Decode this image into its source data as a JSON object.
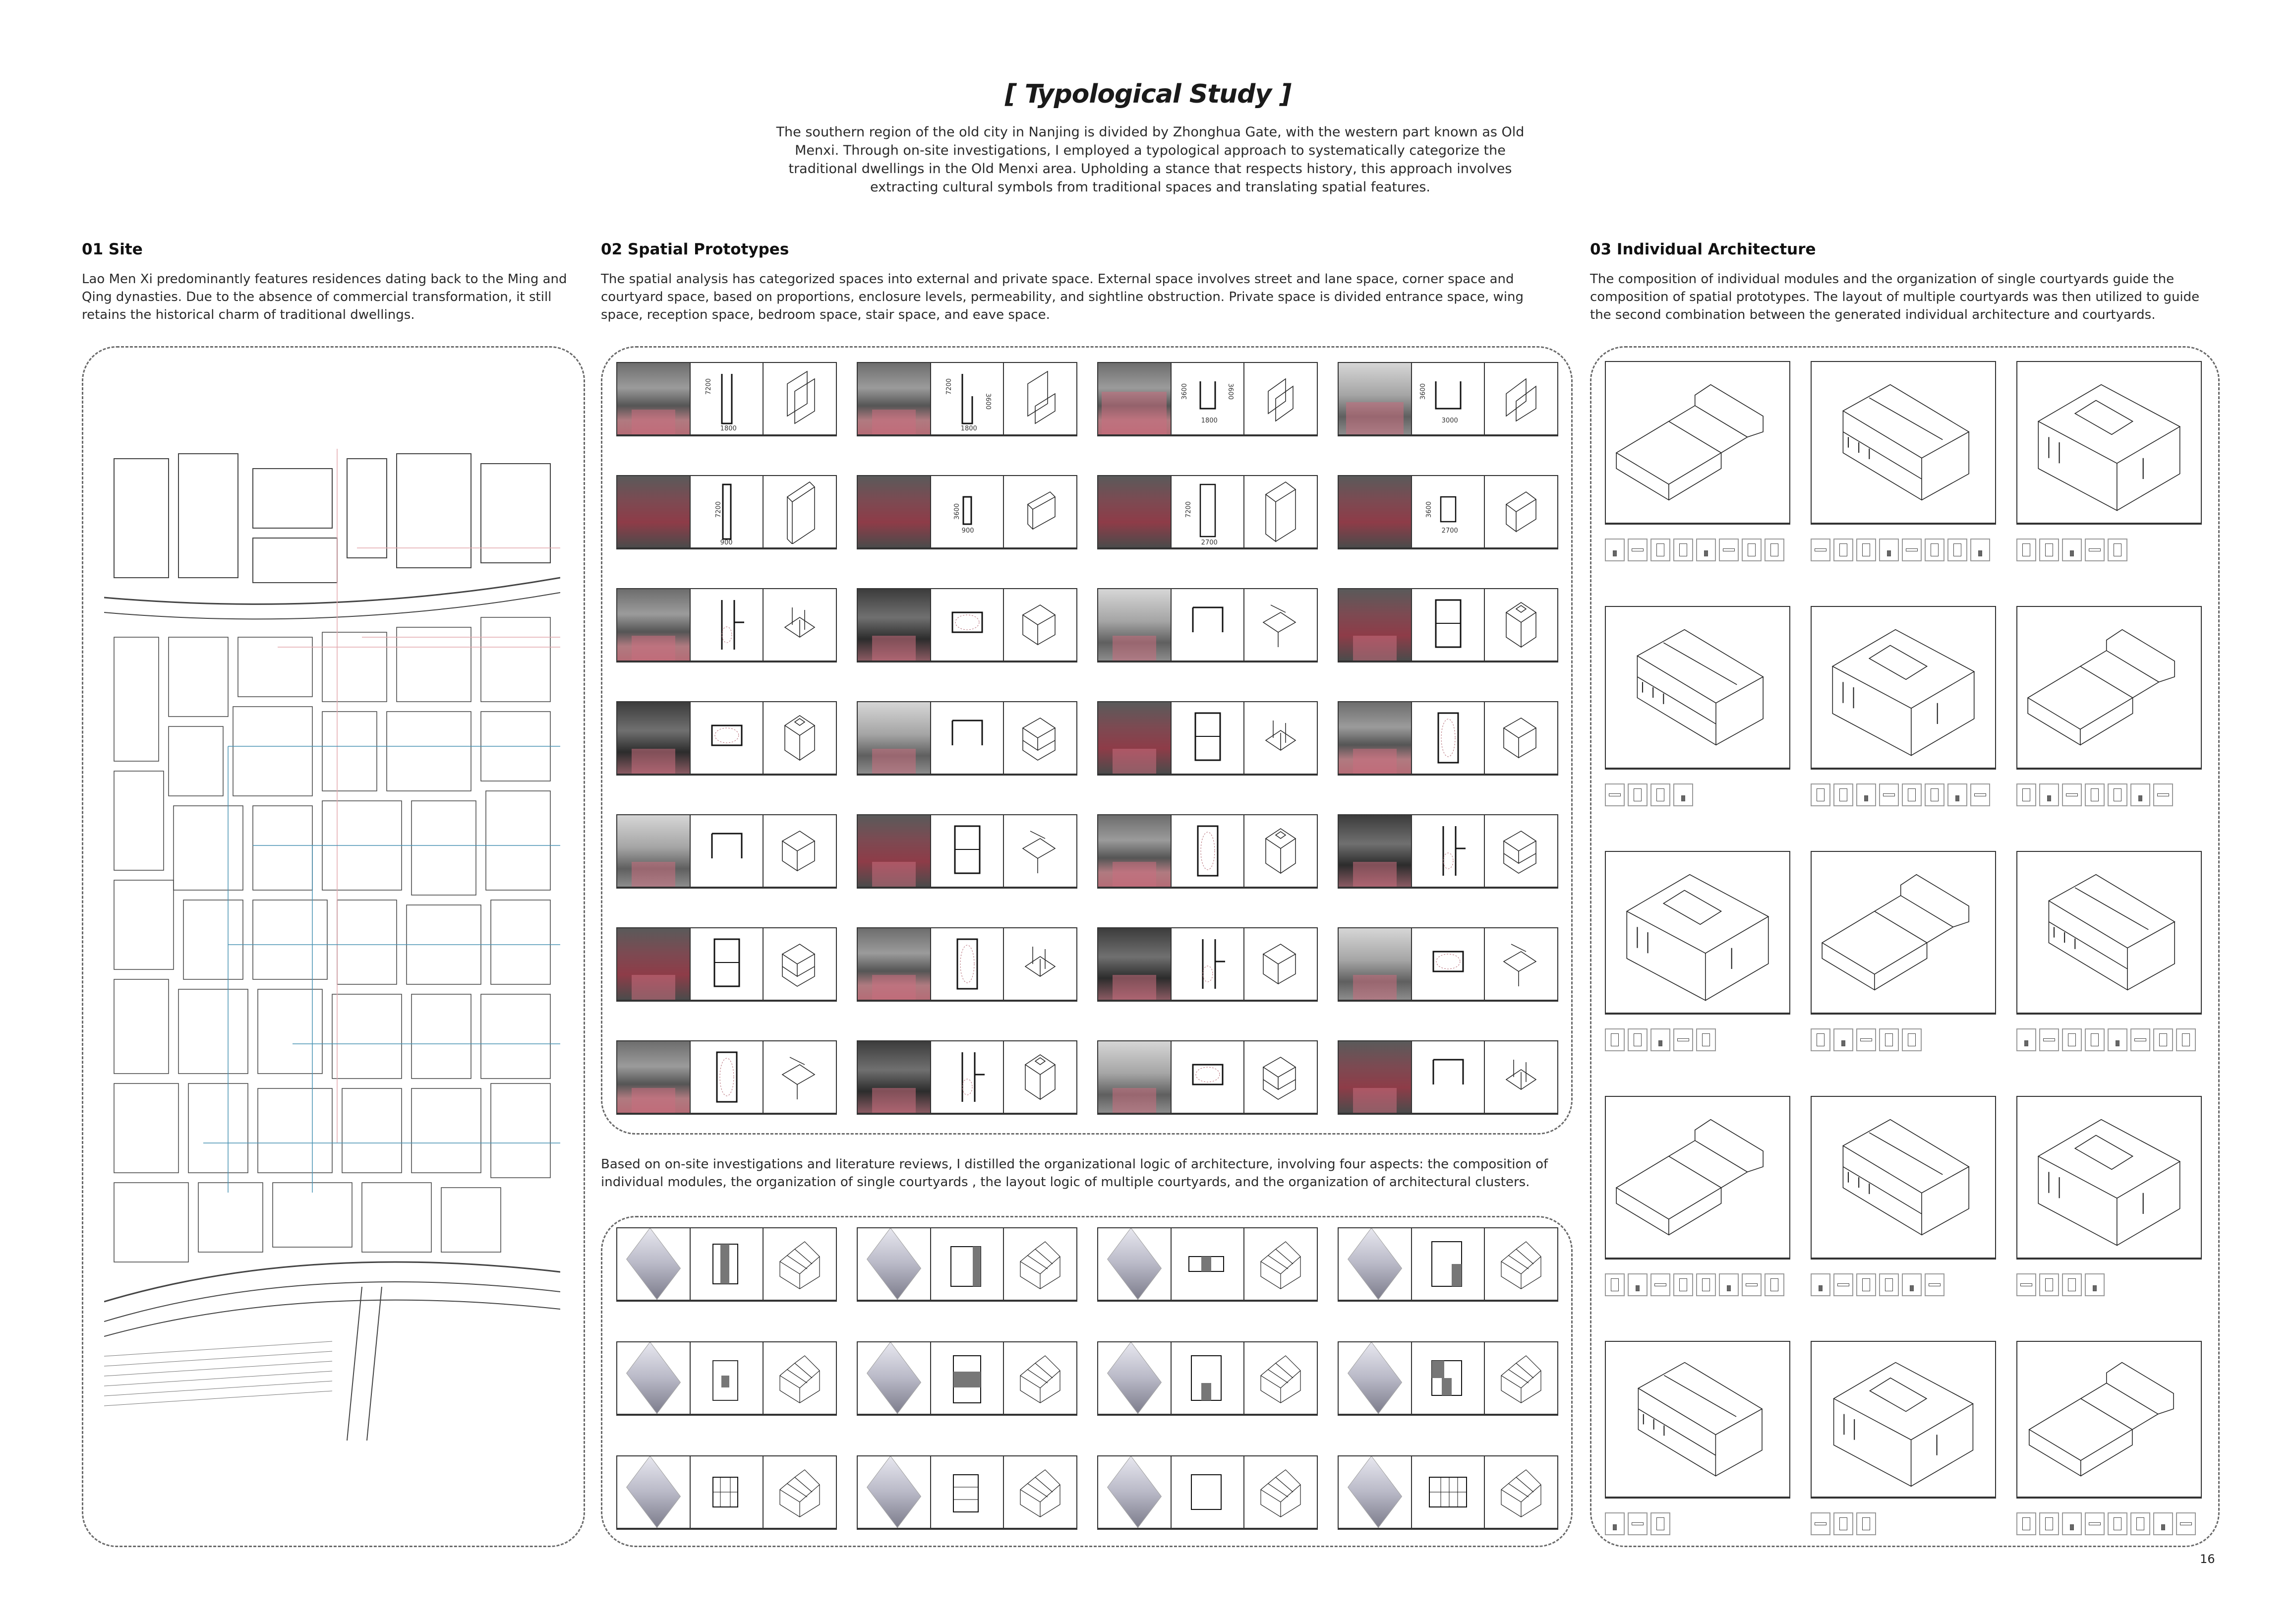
{
  "header": {
    "title": "[  Typological Study  ]",
    "intro": "The southern region of the old city in Nanjing is divided by Zhonghua Gate, with the western part known as Old Menxi. Through on-site investigations, I employed a typological approach to systematically categorize the traditional dwellings in the Old Menxi area. Upholding a stance that respects history, this approach involves extracting cultural symbols from traditional spaces and translating spatial features."
  },
  "sections": {
    "site": {
      "heading": "01 Site",
      "body": "Lao Men Xi predominantly features residences dating back to the Ming and Qing dynasties. Due to the absence of commercial transformation, it still retains the historical charm of traditional dwellings."
    },
    "prototypes": {
      "heading": "02 Spatial Prototypes",
      "body": "The spatial analysis has categorized spaces into external and private space. External space involves street and lane space, corner space and courtyard space, based on proportions, enclosure levels, permeability, and sightline obstruction. Private space is divided entrance space, wing space, reception space, bedroom space, stair space, and eave space.",
      "logic_body": "Based on on-site investigations and literature reviews, I distilled the organizational logic of architecture, involving four aspects: the composition of individual modules, the organization of single courtyards , the layout logic of multiple courtyards, and the organization of architectural clusters."
    },
    "architecture": {
      "heading": "03 Individual Architecture",
      "body": "The  composition  of individual modules and the organization of single courtyards guide the composition of spatial prototypes. The layout of multiple courtyards was then utilized to guide the second combination between the generated individual architecture and courtyards."
    }
  },
  "prototype_dimensions": {
    "r0c0": {
      "height": "7200",
      "width": "1800"
    },
    "r0c1": {
      "height": "7200",
      "height2": "3600",
      "width": "1800"
    },
    "r0c2": {
      "height": "3600",
      "height2": "3600",
      "width": "1800"
    },
    "r0c3": {
      "height": "3600",
      "width": "3000"
    },
    "r1c0": {
      "height": "7200",
      "width": "900"
    },
    "r1c1": {
      "height": "3600",
      "width": "900"
    },
    "r1c2": {
      "height": "7200",
      "width": "2700"
    },
    "r1c3": {
      "height": "3600",
      "width": "2700"
    }
  },
  "architecture_tile_counts": [
    [
      8,
      8,
      5
    ],
    [
      4,
      8,
      7
    ],
    [
      5,
      5,
      8
    ],
    [
      8,
      6,
      4
    ],
    [
      3,
      3,
      8
    ]
  ],
  "colors": {
    "highlight_red": "#b56c76",
    "connector_red": "#e3a8ae",
    "connector_blue": "#4a93b4",
    "panel_border": "#6a6a6a"
  },
  "footer": {
    "page_number": "16"
  }
}
